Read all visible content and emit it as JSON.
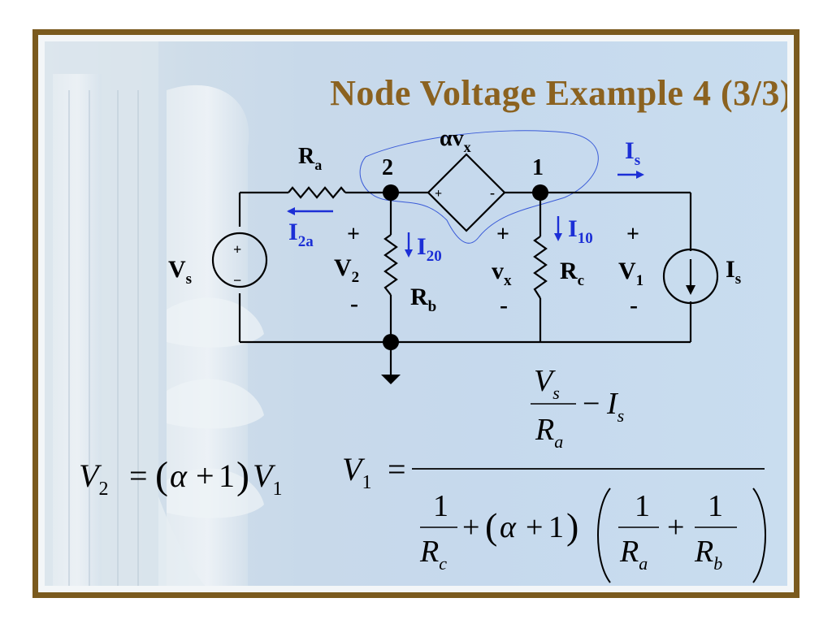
{
  "slide": {
    "title": "Node Voltage Example 4 (3/3)"
  },
  "circuit": {
    "resistors": {
      "Ra": "R",
      "Ra_sub": "a",
      "Rb": "R",
      "Rb_sub": "b",
      "Rc": "R",
      "Rc_sub": "c"
    },
    "nodes": {
      "node2": "2",
      "node1": "1"
    },
    "dependent_source": {
      "alpha": "α",
      "v": "v",
      "v_sub": "x",
      "plus": "+",
      "minus": "-"
    },
    "voltage_source": {
      "name": "V",
      "sub": "s",
      "plus": "+",
      "minus": "−"
    },
    "current_source": {
      "name": "I",
      "sub": "s"
    },
    "currents": {
      "I2a": "I",
      "I2a_sub": "2a",
      "I20": "I",
      "I20_sub": "20",
      "I10": "I",
      "I10_sub": "10",
      "Is_top": "I",
      "Is_top_sub": "s"
    },
    "voltages": {
      "V2": "V",
      "V2_sub": "2",
      "vx": "v",
      "vx_sub": "x",
      "V1": "V",
      "V1_sub": "1",
      "plus": "+",
      "minus": "-"
    }
  },
  "equations": {
    "eq1": {
      "lhs": "V",
      "lhs_sub": "2",
      "eq": "=",
      "lparen": "(",
      "alpha": "α",
      "plus": "+",
      "one": "1",
      "rparen": ")",
      "rhs": "V",
      "rhs_sub": "1"
    },
    "eq2": {
      "lhs": "V",
      "lhs_sub": "1",
      "eq": "=",
      "num_V": "V",
      "num_V_sub": "s",
      "num_R": "R",
      "num_R_sub": "a",
      "num_minus": "−",
      "num_I": "I",
      "num_I_sub": "s",
      "den_one_a": "1",
      "den_Rc": "R",
      "den_Rc_sub": "c",
      "den_plus1": "+",
      "den_lparen": "(",
      "den_alpha": "α",
      "den_plus2": "+",
      "den_one_b": "1",
      "den_rparen": ")",
      "den_one_c": "1",
      "den_Ra": "R",
      "den_Ra_sub": "a",
      "den_plus3": "+",
      "den_one_d": "1",
      "den_Rb": "R",
      "den_Rb_sub": "b"
    }
  },
  "colors": {
    "frame": "#7a5a1e",
    "title": "#8b6220",
    "arrows": "#1c2fd6",
    "wire": "#000000"
  }
}
